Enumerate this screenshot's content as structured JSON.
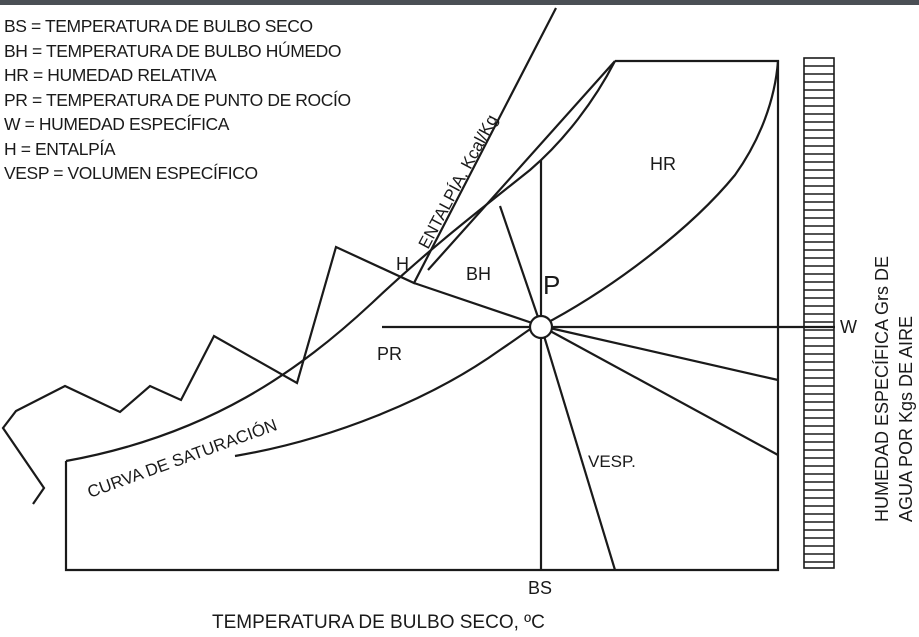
{
  "legend": [
    "BS = TEMPERATURA DE BULBO SECO",
    "BH = TEMPERATURA DE BULBO HÚMEDO",
    "HR = HUMEDAD RELATIVA",
    "PR = TEMPERATURA DE PUNTO DE ROCÍO",
    "W  = HUMEDAD ESPECÍFICA",
    "H   = ENTALPÍA",
    "VESP = VOLUMEN ESPECÍFICO"
  ],
  "labels": {
    "enthalpy_scale": "ENTALPÍA, Kcal/Kg",
    "h": "H",
    "bh": "BH",
    "p": "P",
    "hr": "HR",
    "w": "W",
    "pr": "PR",
    "vesp": "VESP.",
    "bs": "BS",
    "saturation_curve": "CURVA DE SATURACIÓN",
    "x_axis": "TEMPERATURA DE BULBO SECO, ºC",
    "y_axis_line1": "HUMEDAD ESPECÍFICA Grs DE",
    "y_axis_line2": "AGUA POR Kgs DE AIRE"
  },
  "colors": {
    "ink": "#1a1a1a",
    "background": "#ffffff"
  }
}
